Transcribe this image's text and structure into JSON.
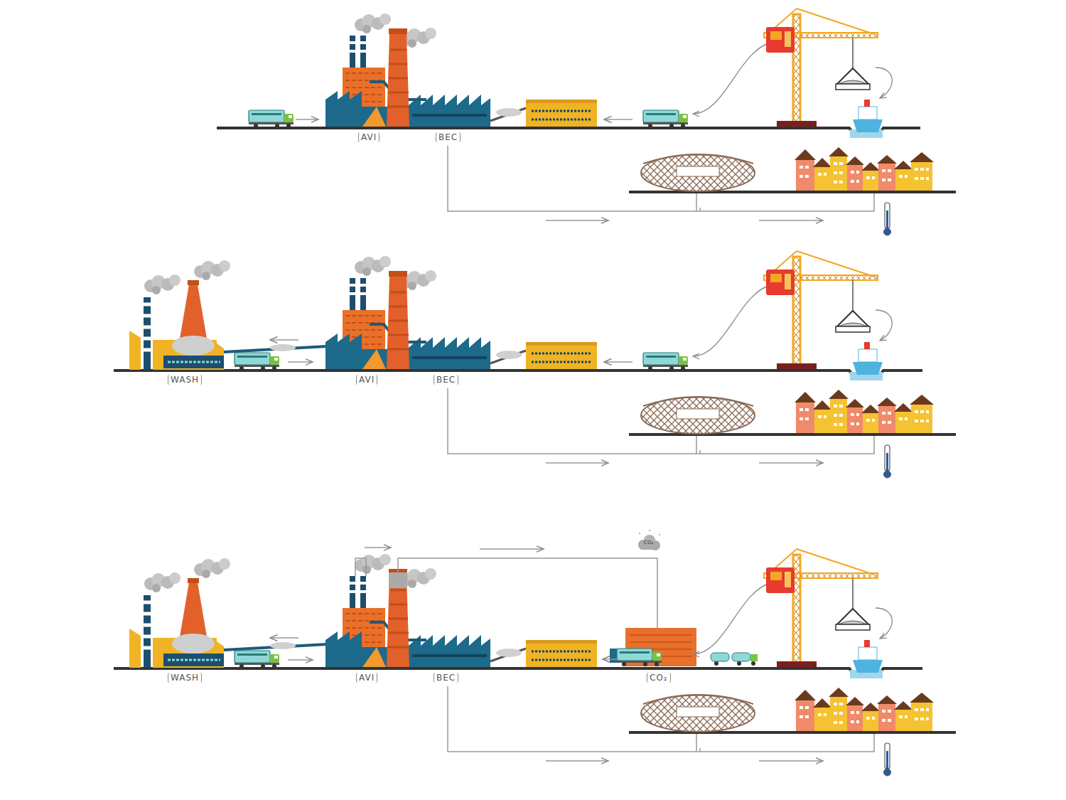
{
  "diagram": {
    "labels": [
      "AVI",
      "BEC",
      "WASH",
      "AVI",
      "BEC",
      "CO₂",
      "WASH",
      "AVI",
      "BEC",
      "CO₂"
    ]
  }
}
